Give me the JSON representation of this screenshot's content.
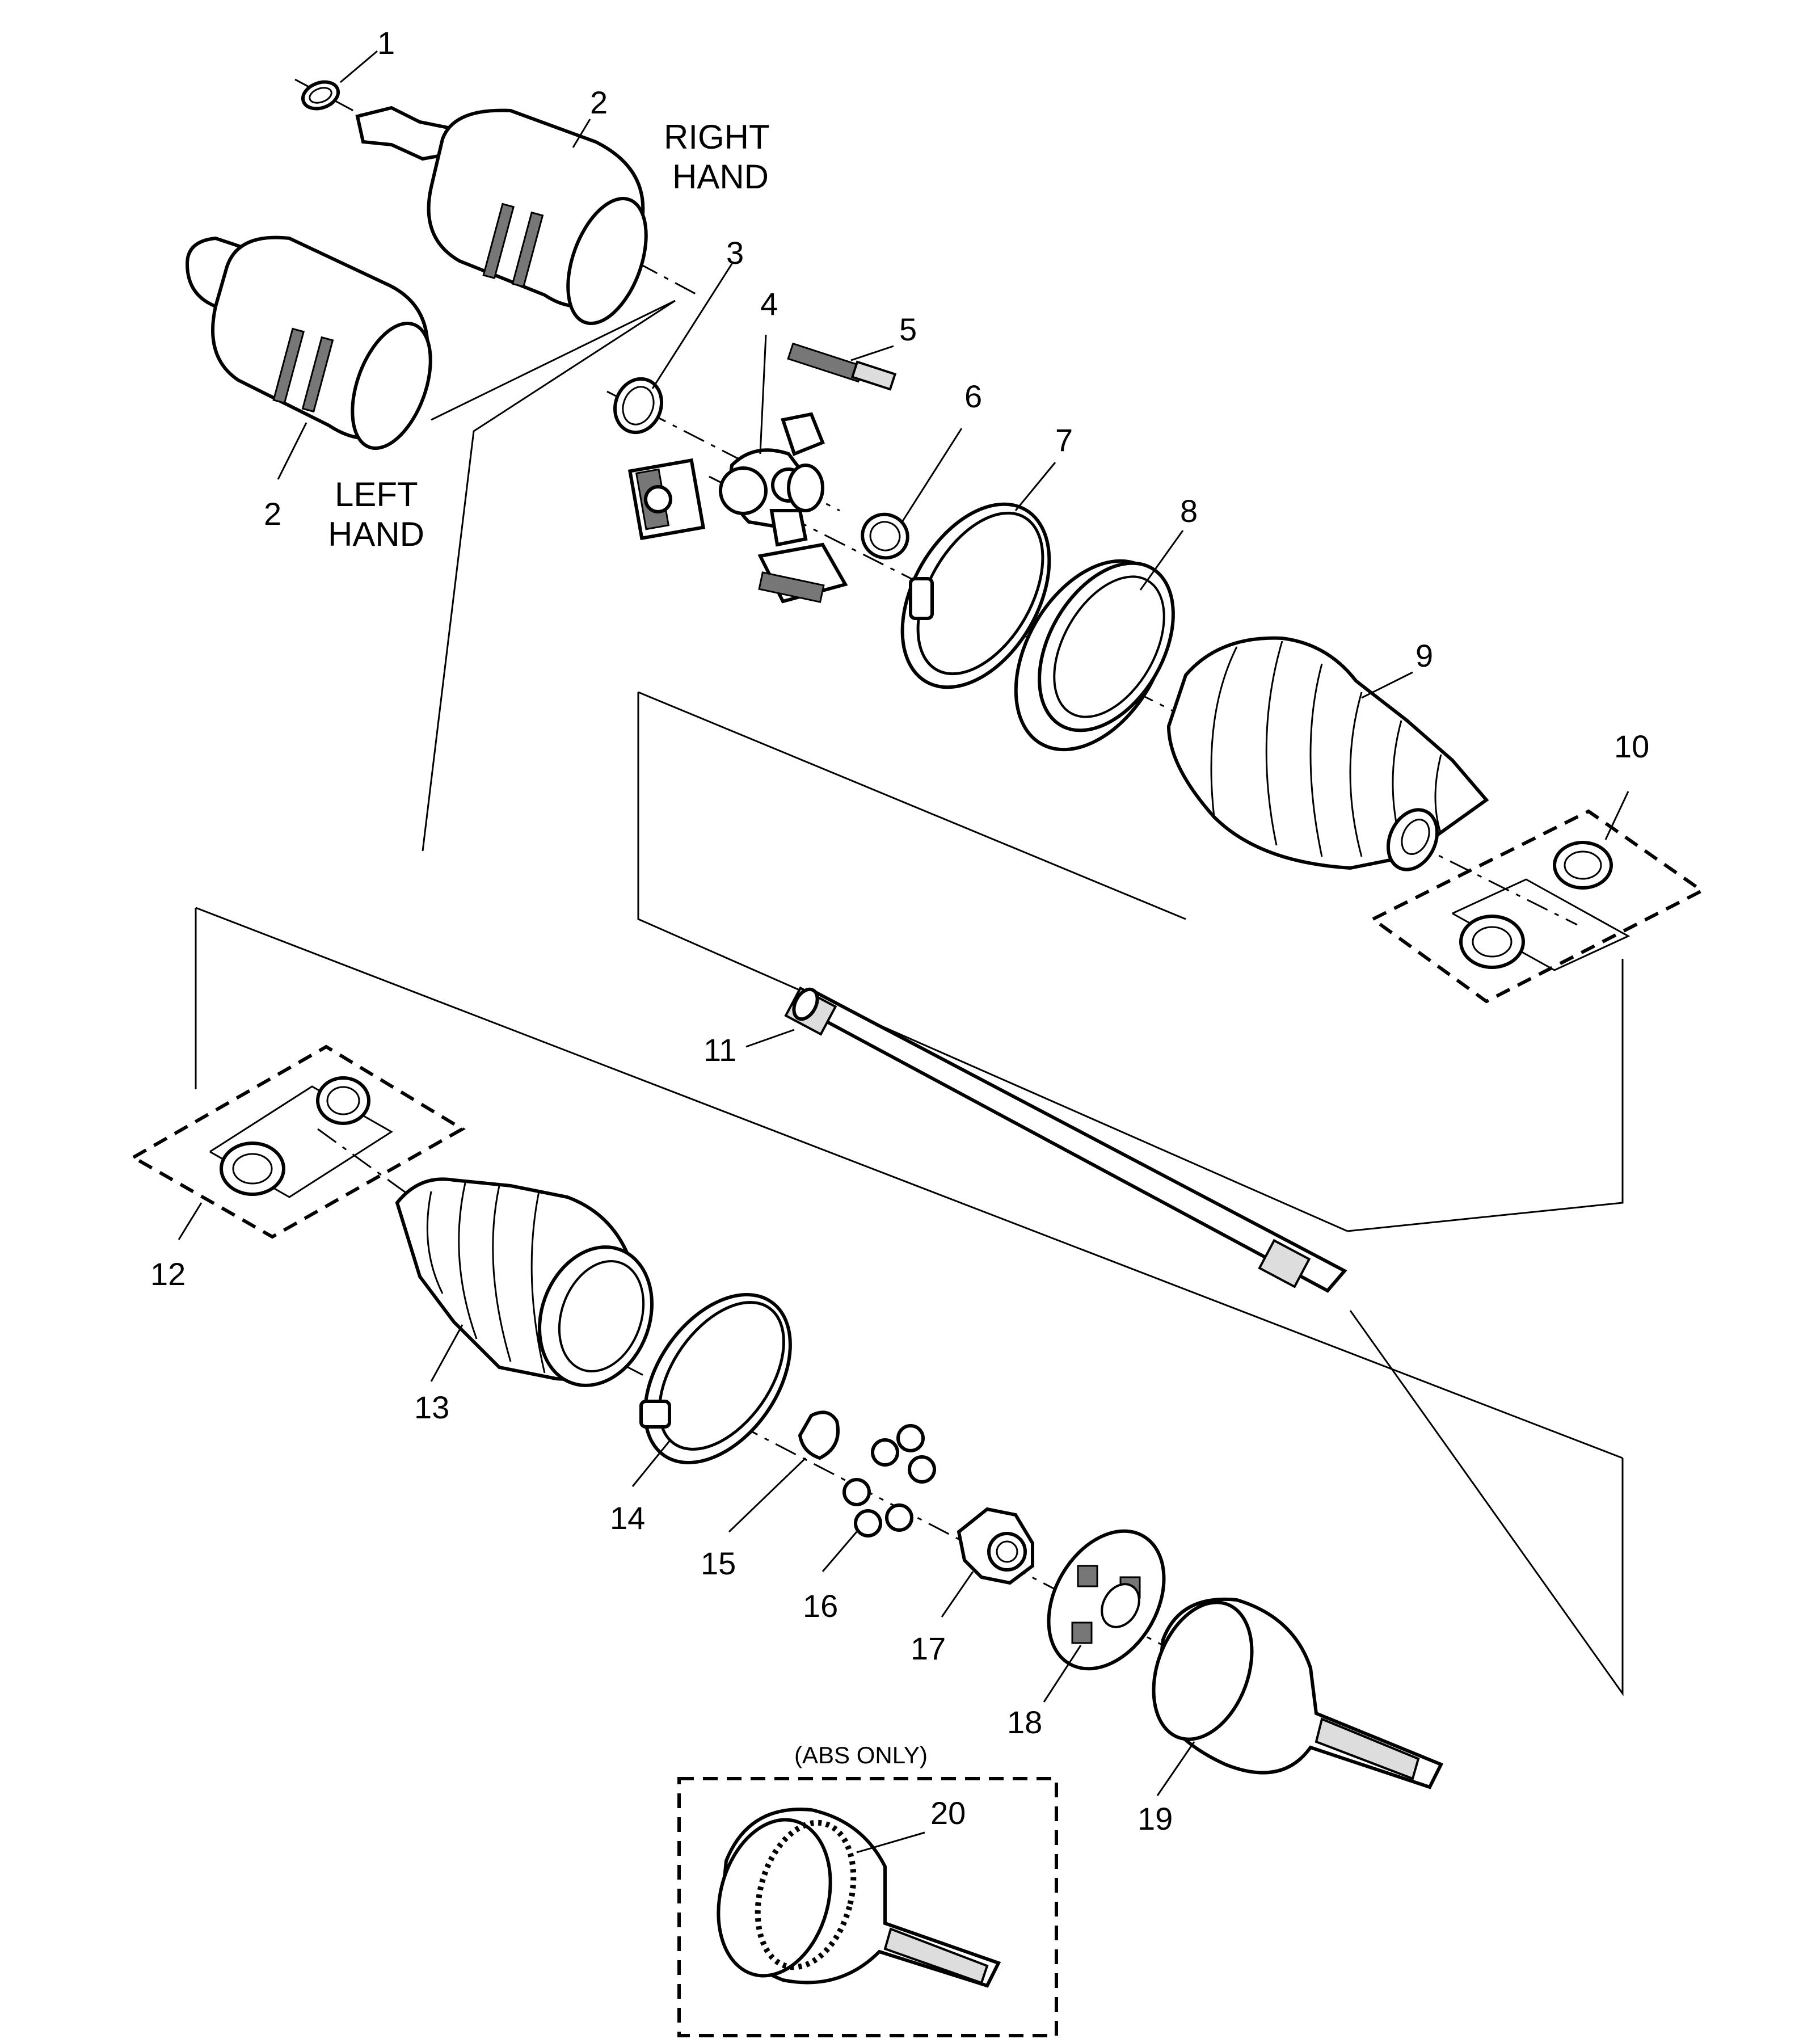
{
  "labels": {
    "right_hand": [
      "RIGHT",
      "HAND"
    ],
    "left_hand": [
      "LEFT",
      "HAND"
    ],
    "abs_only": "(ABS ONLY)"
  },
  "callouts": [
    "1",
    "2",
    "2",
    "3",
    "4",
    "5",
    "6",
    "7",
    "8",
    "9",
    "10",
    "11",
    "12",
    "13",
    "14",
    "15",
    "16",
    "17",
    "18",
    "19",
    "20"
  ]
}
